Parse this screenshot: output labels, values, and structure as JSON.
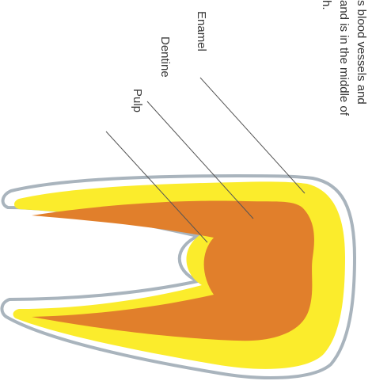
{
  "caption": {
    "lines": [
      "s blood vessels and",
      "and is in the middle of",
      "h."
    ]
  },
  "labels": {
    "enamel": "Enamel",
    "dentine": "Dentine",
    "pulp": "Pulp"
  },
  "colors": {
    "outline": "#a9b4bd",
    "enamel": "#fbec2c",
    "enamel_light": "#fff04a",
    "dentine": "#e17f2b",
    "pulp": "#e17f2b",
    "leader": "#555555",
    "background": "#ffffff"
  }
}
